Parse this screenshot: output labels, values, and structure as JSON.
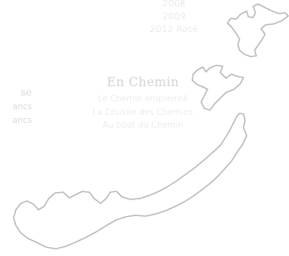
{
  "vintages": [
    "2008",
    "2009",
    "2012 Rosé"
  ],
  "menu": {
    "title": "En Chemin",
    "items": [
      "Le Chemin empreinté",
      "La Croisée des Chemins",
      "Au bout du Chemin"
    ]
  },
  "left_column": [
    "se",
    "ancs",
    "ancs"
  ],
  "colors": {
    "outline": "#b9b9b9",
    "text": "#d8d8d8"
  }
}
